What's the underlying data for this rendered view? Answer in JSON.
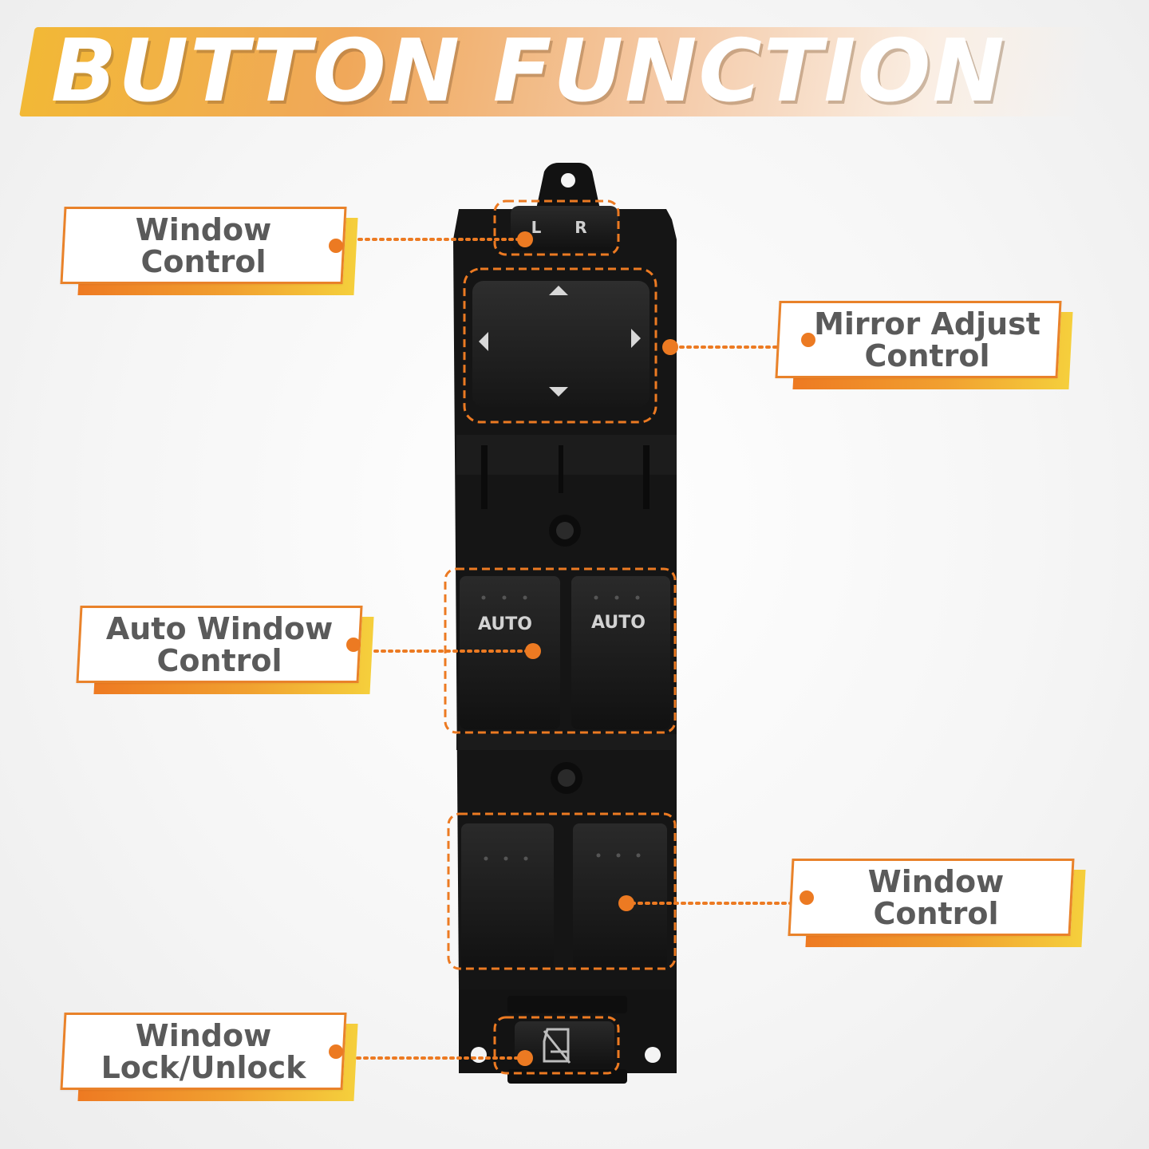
{
  "banner": {
    "title": "BUTTON FUNCTION"
  },
  "labels": {
    "window_control_top": {
      "line1": "Window",
      "line2": "Control"
    },
    "mirror_adjust": {
      "line1": "Mirror Adjust",
      "line2": "Control"
    },
    "auto_window": {
      "line1": "Auto Window",
      "line2": "Control"
    },
    "window_control_bottom": {
      "line1": "Window",
      "line2": "Control"
    },
    "window_lock": {
      "line1": "Window",
      "line2": "Lock/Unlock"
    }
  },
  "device": {
    "selector_left": "L",
    "selector_right": "R",
    "auto_left": "AUTO",
    "auto_right": "AUTO"
  },
  "colors": {
    "accent": "#ec7a22",
    "accent_yellow": "#f5cf3c",
    "label_text": "#5a5a5a",
    "device_body": "#141414"
  },
  "icons": [
    "arrow-up-icon",
    "arrow-down-icon",
    "arrow-left-icon",
    "arrow-right-icon",
    "window-lock-icon"
  ]
}
